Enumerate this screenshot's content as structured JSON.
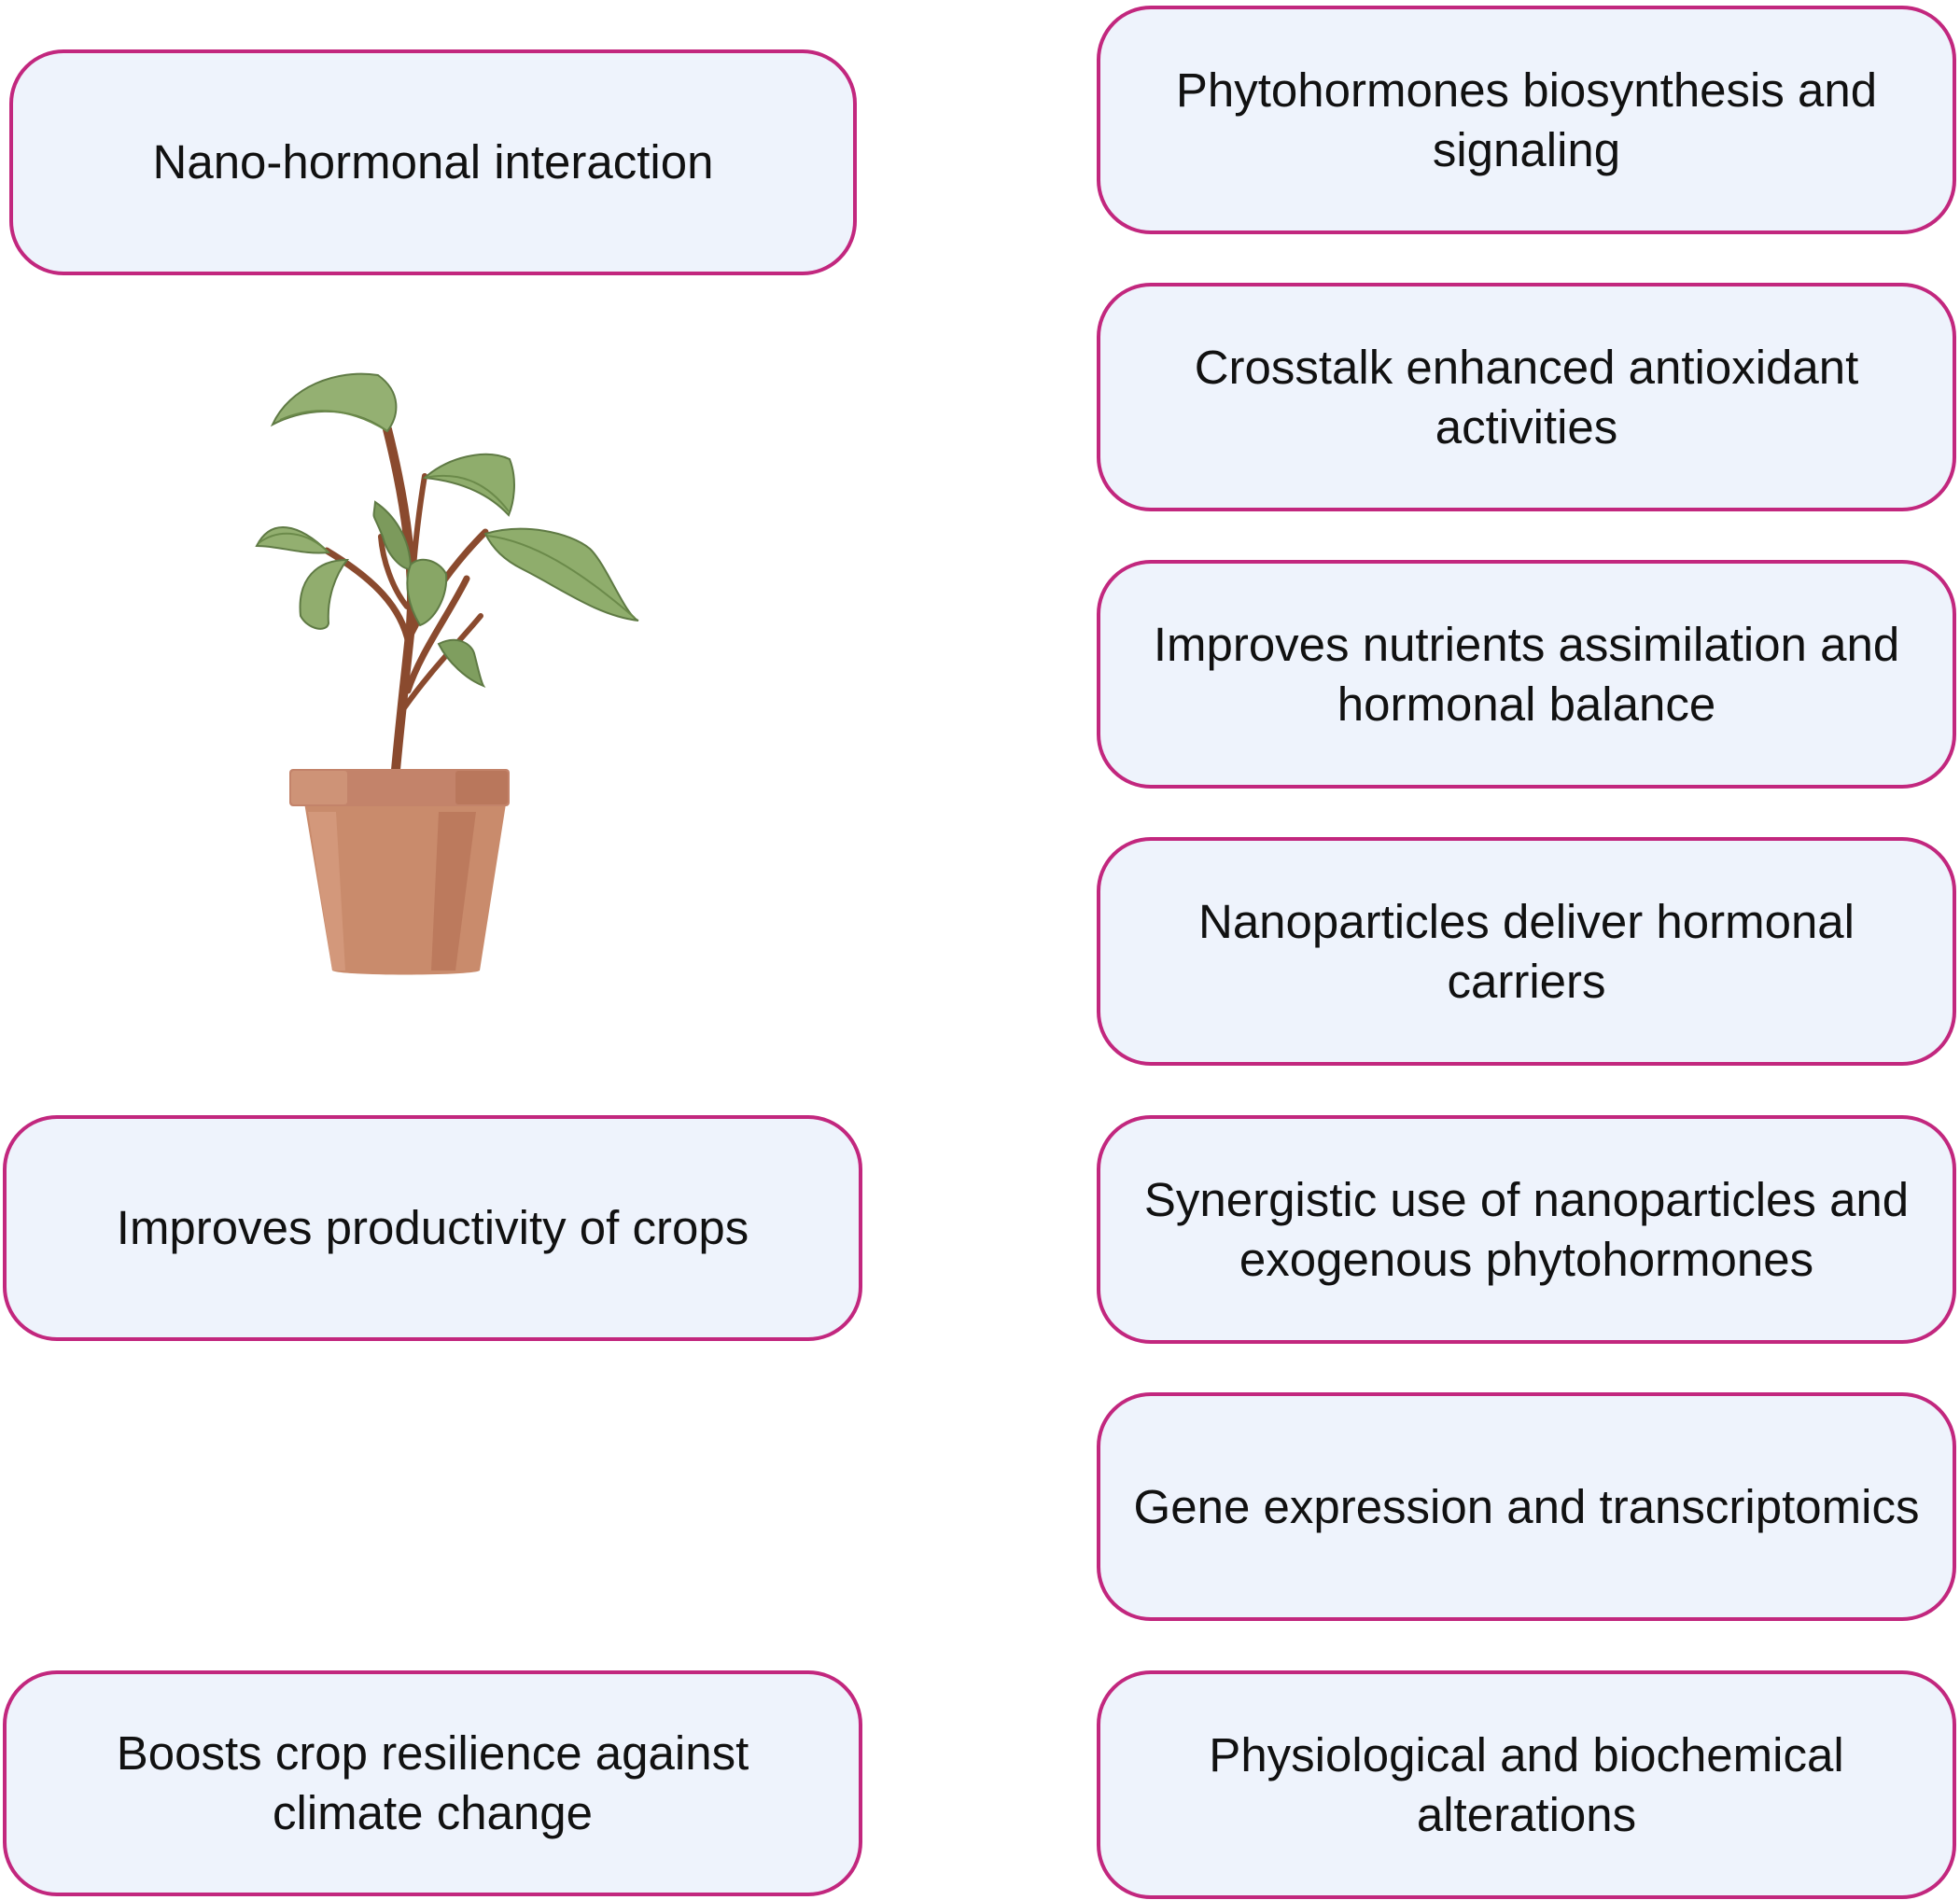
{
  "left_boxes": {
    "nano": "Nano-hormonal interaction",
    "productivity": "Improves productivity of crops",
    "resilience": "Boosts crop resilience against climate change"
  },
  "right_boxes": [
    "Phytohormones biosynthesis and signaling",
    "Crosstalk enhanced antioxidant activities",
    "Improves nutrients assimilation and hormonal balance",
    "Nanoparticles deliver hormonal carriers",
    "Synergistic use of nanoparticles and exogenous phytohormones",
    "Gene expression and transcriptomics",
    "Physiological and biochemical alterations"
  ],
  "illustration": {
    "icon": "potted-plant-icon"
  },
  "colors": {
    "box_border": "#c2277e",
    "box_fill": "#eef3fc",
    "leaf": "#8fad6c",
    "stem": "#8a4a2e",
    "pot": "#c98b6c"
  }
}
